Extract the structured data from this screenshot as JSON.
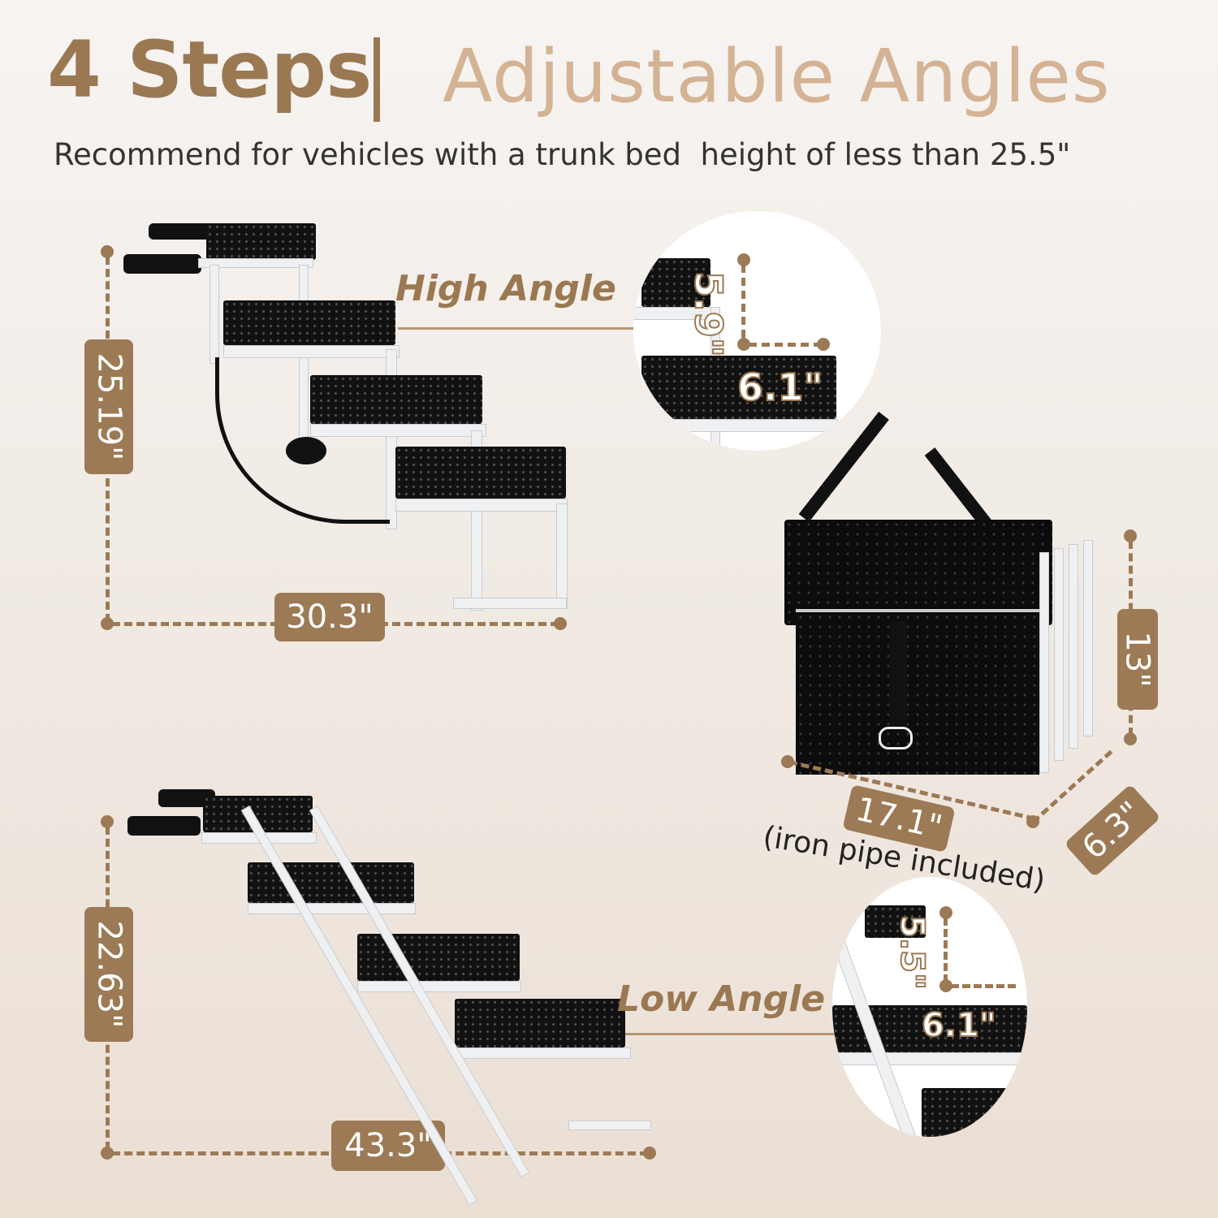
{
  "header": {
    "title_bold": "4 Steps",
    "title_light": "Adjustable Angles",
    "subtitle": "Recommend for vehicles with a trunk bed  height of less than 25.5\""
  },
  "colors": {
    "accent_dark": "#9a7852",
    "accent_light": "#d3b394",
    "badge": "#9c7a55",
    "background_top": "#f7f4f1",
    "background_bottom": "#ebdfd4"
  },
  "high_angle": {
    "label": "High Angle",
    "height": "25.19\"",
    "length": "30.3\"",
    "detail_rise": "5.9\"",
    "detail_depth": "6.1\""
  },
  "folded": {
    "height": "13\"",
    "width": "17.1\"",
    "depth": "6.3\"",
    "note": "(iron pipe included)"
  },
  "low_angle": {
    "label": "Low Angle",
    "height": "22.63\"",
    "length": "43.3\"",
    "detail_rise": "5.5\"",
    "detail_depth": "6.1\""
  }
}
